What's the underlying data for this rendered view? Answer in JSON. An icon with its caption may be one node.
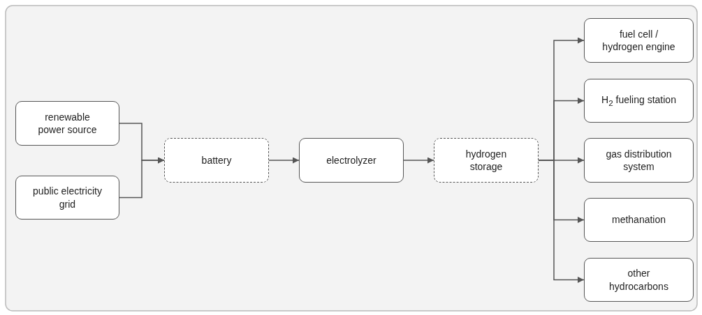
{
  "diagram": {
    "nodes": [
      {
        "text": [
          "renewable power source"
        ]
      },
      {
        "text": [
          "public electricity grid"
        ]
      },
      {
        "text": [
          "battery"
        ]
      },
      {
        "text": [
          "electrolyzer"
        ]
      },
      {
        "text": [
          "hydrogen storage"
        ]
      },
      {
        "text": [
          "fuel cell / hydrogen engine"
        ]
      },
      {
        "text": [
          "H$_{2}$ fueling station"
        ]
      },
      {
        "text": [
          "gas distribution system"
        ]
      },
      {
        "text": [
          "methanation"
        ]
      },
      {
        "text": [
          "other hydrocarbons"
        ]
      }
    ],
    "edges": [
      {
        "from": 0,
        "to": 2,
        "arrow": "to"
      },
      {
        "from": 1,
        "to": 2,
        "arrow": "to"
      },
      {
        "from": 2,
        "to": 3,
        "arrow": "to"
      },
      {
        "from": 3,
        "to": 4,
        "arrow": "to"
      },
      {
        "from": 4,
        "to": 5,
        "arrow": "to"
      },
      {
        "from": 4,
        "to": 6,
        "arrow": "to"
      },
      {
        "from": 4,
        "to": 7,
        "arrow": "to"
      },
      {
        "from": 4,
        "to": 8,
        "arrow": "to"
      },
      {
        "from": 4,
        "to": 9,
        "arrow": "to"
      }
    ]
  }
}
